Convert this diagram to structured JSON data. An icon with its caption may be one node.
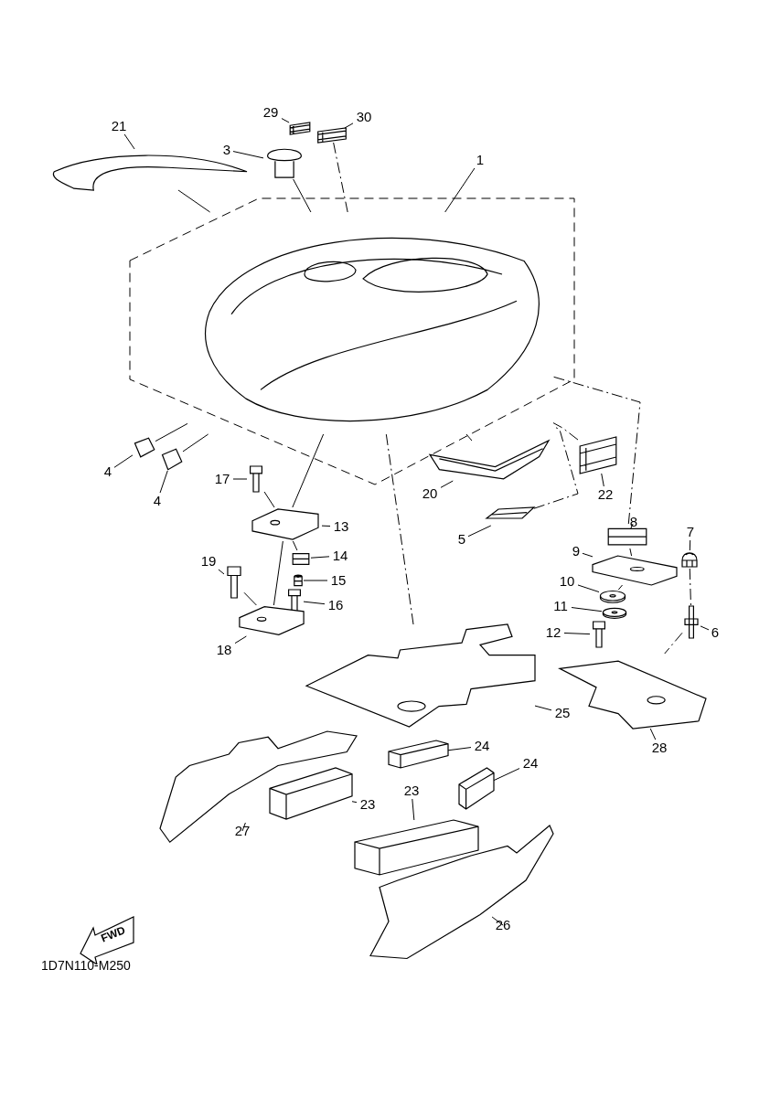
{
  "diagram": {
    "nodes": [
      {
        "text": [
          "1"
        ]
      },
      {
        "text": [],
        "shape": "picture"
      },
      {
        "text": [
          "3"
        ]
      },
      {
        "text": [],
        "shape": "picture"
      },
      {
        "text": [
          "4"
        ]
      },
      {
        "text": [],
        "shape": "picture"
      },
      {
        "text": [
          "4"
        ]
      },
      {
        "text": [],
        "shape": "picture"
      },
      {
        "text": [
          "5"
        ]
      },
      {
        "text": [],
        "shape": "picture"
      },
      {
        "text": [
          "6"
        ]
      },
      {
        "text": [],
        "shape": "picture"
      },
      {
        "text": [
          "7"
        ]
      },
      {
        "text": [],
        "shape": "picture"
      },
      {
        "text": [
          "8"
        ]
      },
      {
        "text": [],
        "shape": "picture"
      },
      {
        "text": [
          "9"
        ]
      },
      {
        "text": [],
        "shape": "picture"
      },
      {
        "text": [
          "10"
        ]
      },
      {
        "text": [],
        "shape": "picture"
      },
      {
        "text": [
          "11"
        ]
      },
      {
        "text": [],
        "shape": "picture"
      },
      {
        "text": [
          "12"
        ]
      },
      {
        "text": [],
        "shape": "picture"
      },
      {
        "text": [
          "13"
        ]
      },
      {
        "text": [],
        "shape": "picture"
      },
      {
        "text": [
          "14"
        ]
      },
      {
        "text": [],
        "shape": "picture"
      },
      {
        "text": [
          "15"
        ]
      },
      {
        "text": [],
        "shape": "picture"
      },
      {
        "text": [
          "16"
        ]
      },
      {
        "text": [],
        "shape": "picture"
      },
      {
        "text": [
          "17"
        ]
      },
      {
        "text": [],
        "shape": "picture"
      },
      {
        "text": [
          "18"
        ]
      },
      {
        "text": [],
        "shape": "picture"
      },
      {
        "text": [
          "19"
        ]
      },
      {
        "text": [],
        "shape": "picture"
      },
      {
        "text": [
          "20"
        ]
      },
      {
        "text": [],
        "shape": "picture"
      },
      {
        "text": [
          "21"
        ]
      },
      {
        "text": [],
        "shape": "picture"
      },
      {
        "text": [
          "22"
        ]
      },
      {
        "text": [],
        "shape": "picture"
      },
      {
        "text": [
          "23"
        ]
      },
      {
        "text": [],
        "shape": "picture"
      },
      {
        "text": [
          "23"
        ]
      },
      {
        "text": [],
        "shape": "picture"
      },
      {
        "text": [
          "24"
        ]
      },
      {
        "text": [],
        "shape": "picture"
      },
      {
        "text": [
          "24"
        ]
      },
      {
        "text": [],
        "shape": "picture"
      },
      {
        "text": [
          "25"
        ]
      },
      {
        "text": [],
        "shape": "picture"
      },
      {
        "text": [
          "26"
        ]
      },
      {
        "text": [],
        "shape": "picture"
      },
      {
        "text": [
          "27"
        ]
      },
      {
        "text": [],
        "shape": "picture"
      },
      {
        "text": [
          "28"
        ]
      },
      {
        "text": [],
        "shape": "picture"
      },
      {
        "text": [
          "29"
        ]
      },
      {
        "text": [],
        "shape": "picture"
      },
      {
        "text": [
          "30"
        ]
      },
      {
        "text": [],
        "shape": "picture"
      }
    ],
    "edges": [
      {
        "from": 0,
        "to": 1,
        "arrow": "none"
      },
      {
        "from": 2,
        "to": 3,
        "arrow": "none"
      },
      {
        "from": 4,
        "to": 5,
        "arrow": "none"
      },
      {
        "from": 6,
        "to": 7,
        "arrow": "none"
      },
      {
        "from": 8,
        "to": 9,
        "arrow": "none"
      },
      {
        "from": 10,
        "to": 11,
        "arrow": "none"
      },
      {
        "from": 12,
        "to": 13,
        "arrow": "none"
      },
      {
        "from": 14,
        "to": 15,
        "arrow": "none"
      },
      {
        "from": 16,
        "to": 17,
        "arrow": "none"
      },
      {
        "from": 18,
        "to": 19,
        "arrow": "none"
      },
      {
        "from": 20,
        "to": 21,
        "arrow": "none"
      },
      {
        "from": 22,
        "to": 23,
        "arrow": "none"
      },
      {
        "from": 24,
        "to": 25,
        "arrow": "none"
      },
      {
        "from": 26,
        "to": 27,
        "arrow": "none"
      },
      {
        "from": 28,
        "to": 29,
        "arrow": "none"
      },
      {
        "from": 30,
        "to": 31,
        "arrow": "none"
      },
      {
        "from": 32,
        "to": 33,
        "arrow": "none"
      },
      {
        "from": 34,
        "to": 35,
        "arrow": "none"
      },
      {
        "from": 36,
        "to": 37,
        "arrow": "none"
      },
      {
        "from": 38,
        "to": 39,
        "arrow": "none"
      },
      {
        "from": 40,
        "to": 41,
        "arrow": "none"
      },
      {
        "from": 42,
        "to": 43,
        "arrow": "none"
      },
      {
        "from": 44,
        "to": 45,
        "arrow": "none"
      },
      {
        "from": 46,
        "to": 47,
        "arrow": "none"
      },
      {
        "from": 48,
        "to": 49,
        "arrow": "none"
      },
      {
        "from": 50,
        "to": 51,
        "arrow": "none"
      },
      {
        "from": 52,
        "to": 53,
        "arrow": "none"
      },
      {
        "from": 54,
        "to": 55,
        "arrow": "none"
      },
      {
        "from": 56,
        "to": 57,
        "arrow": "none"
      },
      {
        "from": 58,
        "to": 59,
        "arrow": "none"
      },
      {
        "from": 60,
        "to": 61,
        "arrow": "none"
      },
      {
        "from": 62,
        "to": 63,
        "arrow": "none"
      },
      {
        "from": 41,
        "to": 1,
        "arrow": "none"
      },
      {
        "from": 5,
        "to": 1,
        "arrow": "none"
      },
      {
        "from": 7,
        "to": 1,
        "arrow": "none"
      },
      {
        "from": 3,
        "to": 1,
        "arrow": "none"
      },
      {
        "from": 63,
        "to": 1,
        "arrow": "none",
        "style": "dashed"
      },
      {
        "from": 25,
        "to": 1,
        "arrow": "none"
      },
      {
        "from": 25,
        "to": 35,
        "arrow": "none"
      },
      {
        "from": 37,
        "to": 35,
        "arrow": "none"
      },
      {
        "from": 33,
        "to": 25,
        "arrow": "none"
      },
      {
        "from": 25,
        "to": 27,
        "arrow": "none"
      },
      {
        "from": 53,
        "to": 1,
        "arrow": "none",
        "style": "dashed"
      },
      {
        "from": 39,
        "to": 1,
        "arrow": "none"
      },
      {
        "from": 43,
        "to": 1,
        "arrow": "none",
        "style": "dashed"
      },
      {
        "from": 9,
        "to": 1,
        "arrow": "none",
        "style": "dashed"
      },
      {
        "from": 15,
        "to": 1,
        "arrow": "none",
        "style": "dashed"
      },
      {
        "from": 15,
        "to": 17,
        "arrow": "none",
        "style": "dashed"
      },
      {
        "from": 17,
        "to": 19,
        "arrow": "none"
      },
      {
        "from": 13,
        "to": 11,
        "arrow": "none",
        "style": "dashed"
      },
      {
        "from": 11,
        "to": 59,
        "arrow": "none",
        "style": "dashed"
      }
    ],
    "labels": [
      "FWD",
      "1D7N110-M250"
    ]
  }
}
